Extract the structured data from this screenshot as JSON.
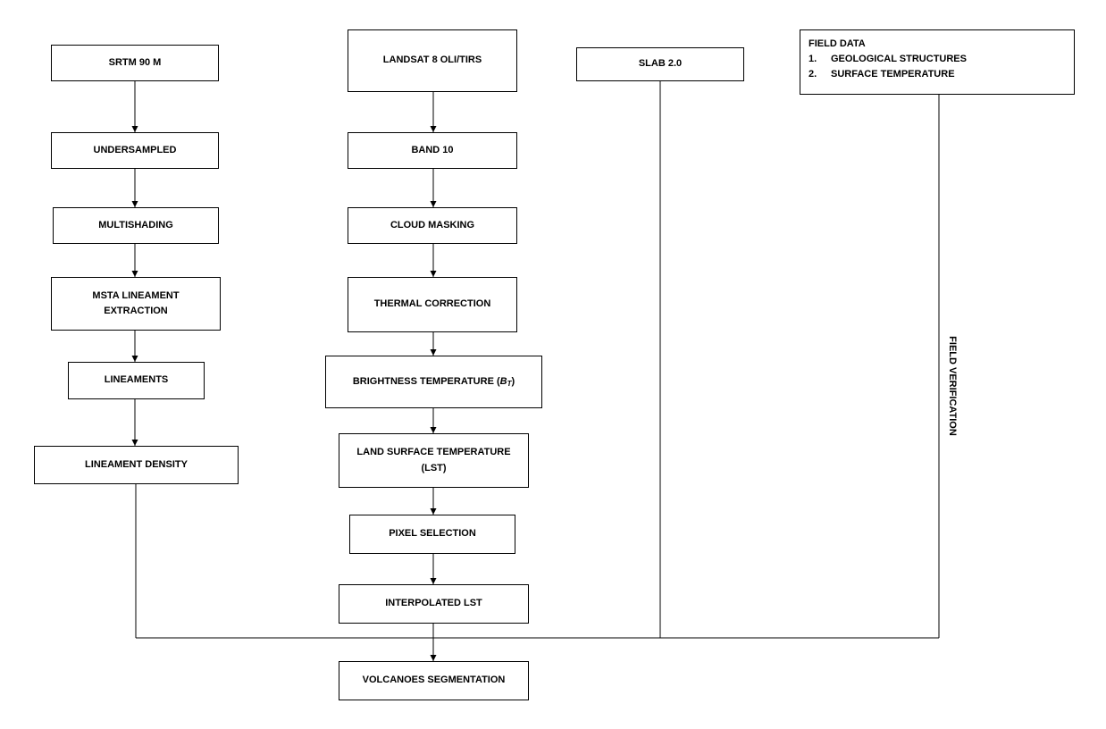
{
  "nodes": {
    "srtm": "SRTM 90 M",
    "undersampled": "UNDERSAMPLED",
    "multishading": "MULTISHADING",
    "msta_line1": "MSTA LINEAMENT",
    "msta_line2": "EXTRACTION",
    "lineaments": "LINEAMENTS",
    "lineament_density": "LINEAMENT DENSITY",
    "landsat": "LANDSAT 8 OLI/TIRS",
    "band10": "BAND 10",
    "cloud_masking": "CLOUD MASKING",
    "thermal_correction": "THERMAL CORRECTION",
    "brightness_text": "BRIGHTNESS TEMPERATURE (",
    "brightness_symbol": "B",
    "brightness_sub": "T",
    "brightness_close": ")",
    "lst_line1": "LAND SURFACE TEMPERATURE",
    "lst_line2": "(LST)",
    "pixel_selection": "PIXEL SELECTION",
    "interpolated_lst": "INTERPOLATED LST",
    "volcanoes_segmentation": "VOLCANOES SEGMENTATION",
    "slab": "SLAB 2.0"
  },
  "field_data": {
    "title": "FIELD DATA",
    "items": [
      {
        "num": "1.",
        "text": "GEOLOGICAL STRUCTURES"
      },
      {
        "num": "2.",
        "text": "SURFACE TEMPERATURE"
      }
    ]
  },
  "side_label": "FIELD VERIFICATION",
  "edges": [
    {
      "from": "srtm",
      "to": "undersampled",
      "arrow": true
    },
    {
      "from": "undersampled",
      "to": "multishading",
      "arrow": true
    },
    {
      "from": "multishading",
      "to": "msta-lineament-extraction",
      "arrow": true
    },
    {
      "from": "msta-lineament-extraction",
      "to": "lineaments",
      "arrow": true
    },
    {
      "from": "lineaments",
      "to": "lineament-density",
      "arrow": true
    },
    {
      "from": "landsat",
      "to": "band10",
      "arrow": true
    },
    {
      "from": "band10",
      "to": "cloud-masking",
      "arrow": true
    },
    {
      "from": "cloud-masking",
      "to": "thermal-correction",
      "arrow": true
    },
    {
      "from": "thermal-correction",
      "to": "brightness-temperature",
      "arrow": true
    },
    {
      "from": "brightness-temperature",
      "to": "land-surface-temperature",
      "arrow": true
    },
    {
      "from": "land-surface-temperature",
      "to": "pixel-selection",
      "arrow": true
    },
    {
      "from": "pixel-selection",
      "to": "interpolated-lst",
      "arrow": true
    },
    {
      "from": "interpolated-lst",
      "to": "volcanoes-segmentation",
      "arrow": true
    },
    {
      "from": "lineament-density",
      "to": "volcanoes-segmentation",
      "arrow": false
    },
    {
      "from": "slab",
      "to": "volcanoes-segmentation",
      "arrow": false
    },
    {
      "from": "field-data",
      "to": "volcanoes-segmentation",
      "arrow": false
    }
  ]
}
